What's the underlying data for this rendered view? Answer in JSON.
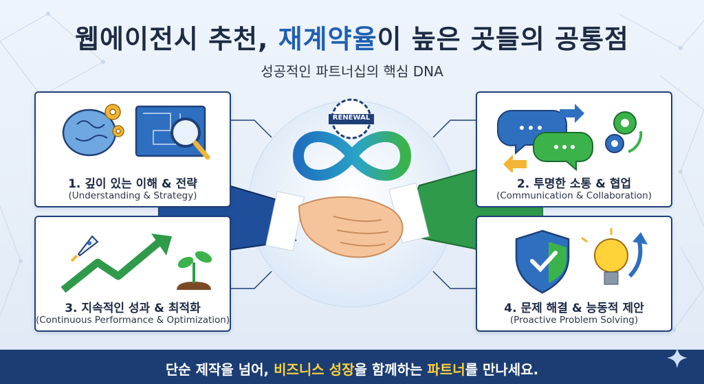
{
  "title": {
    "part1": "웹에이전시 추천, ",
    "highlight": "재계약율",
    "part2": "이 높은 곳들의 공통점"
  },
  "subtitle": "성공적인 파트너십의 핵심 DNA",
  "badge": "RENEWAL",
  "cards": [
    {
      "title": "1. 깊이 있는 이해 & 전략",
      "subtitle": "(Understanding & Strategy)"
    },
    {
      "title": "2. 투명한 소통 & 협업",
      "subtitle": "(Communication & Collaboration)"
    },
    {
      "title": "3. 지속적인 성과 & 최적화",
      "subtitle": "(Continuous Performance & Optimization)"
    },
    {
      "title": "4. 문제 해결 & 능동적 제안",
      "subtitle": "(Proactive Problem Solving)"
    }
  ],
  "banner": {
    "part1": "단순 제작을 넘어, ",
    "hl1": "비즈니스 성장",
    "part2": "을 함께하는 ",
    "hl2": "파트너",
    "part3": "를 만나세요."
  },
  "colors": {
    "navy": "#1c3d73",
    "accent_blue": "#1f5fb0",
    "yellow": "#ffd23a",
    "green": "#2f9a4a"
  }
}
